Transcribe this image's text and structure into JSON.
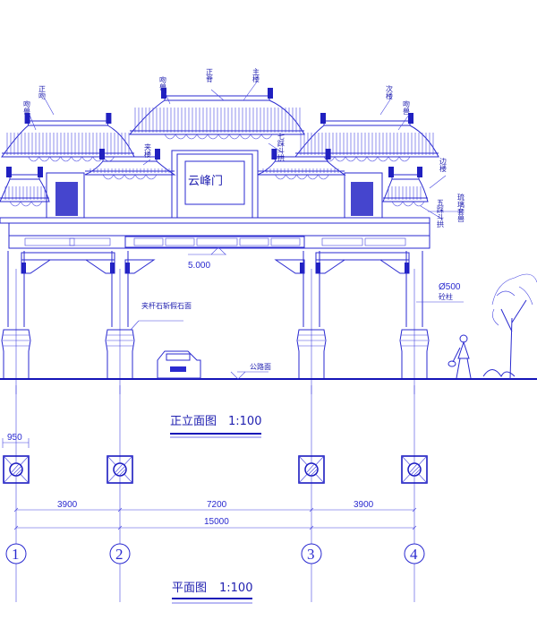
{
  "elevation": {
    "gate_name": "云峰门",
    "height_mark": "5.000",
    "road_surface_label": "公路面",
    "column_note": "夹杆石斩假石面",
    "column_spec": "Ø500",
    "column_material": "砼柱",
    "roof_labels": {
      "main_building": "主楼",
      "main_ridge": "正脊",
      "ridge_beast_center": "吻兽",
      "main_kiss_left": "正吻",
      "ridge_beast_left": "吻兽",
      "secondary_building": "次楼",
      "ridge_beast_right": "吻兽",
      "clip_building": "夹楼",
      "bracket_seven": "七踩斗拱",
      "side_building": "边楼",
      "glazed_beast": "琉璃套兽",
      "bracket_five": "五踩斗拱"
    },
    "title": "正立面图",
    "scale": "1:100"
  },
  "plan": {
    "base_width": "950",
    "spans": [
      "3900",
      "7200",
      "3900"
    ],
    "total": "15000",
    "axes": [
      "1",
      "2",
      "3",
      "4"
    ],
    "title": "平面图",
    "scale": "1:100"
  },
  "colors": {
    "line": "#2a2ad0",
    "background": "#ffffff"
  }
}
